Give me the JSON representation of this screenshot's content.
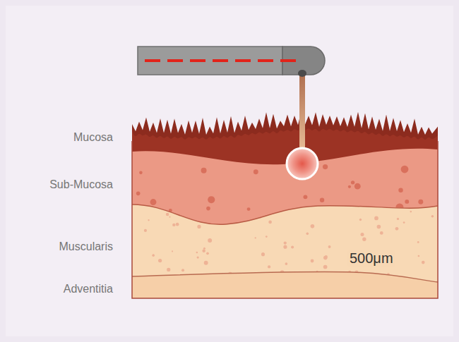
{
  "diagram": {
    "labels": [
      "Mucosa",
      "Sub-Mucosa",
      "Muscularis",
      "Adventitia",
      "500μm"
    ]
  }
}
